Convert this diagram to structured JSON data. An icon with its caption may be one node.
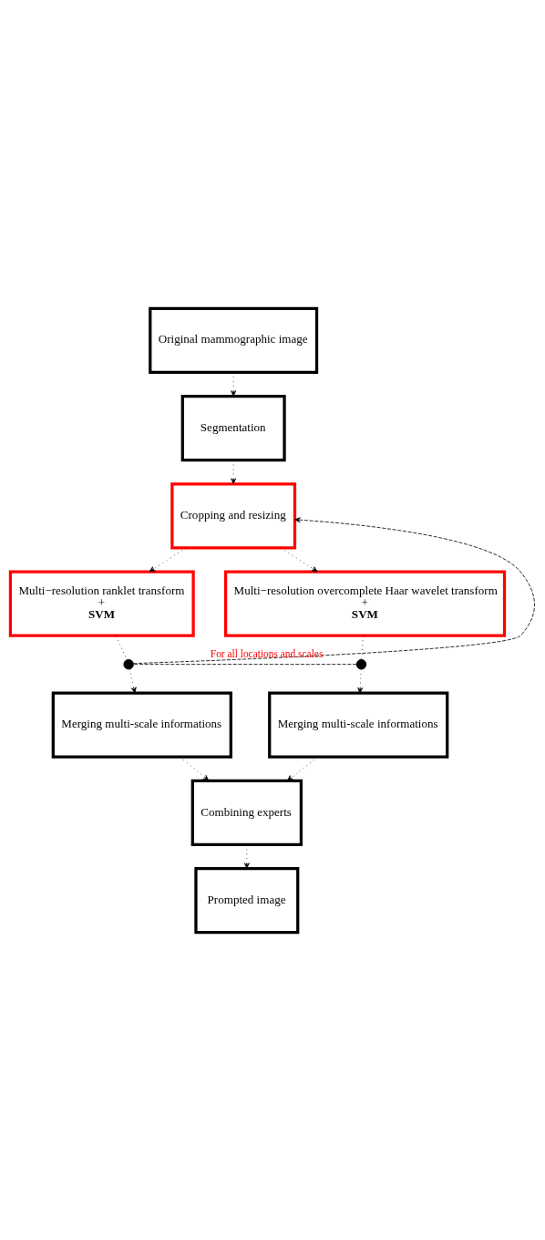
{
  "diagram": {
    "nodes": [
      {
        "text": [
          "Original mammographic image"
        ]
      },
      {
        "text": [
          "Segmentation"
        ]
      },
      {
        "text": [
          "Cropping and resizing"
        ]
      },
      {
        "text": [
          "Multi−resolution ranklet transform",
          "+",
          "SVM"
        ]
      },
      {
        "text": [
          "Multi−resolution overcomplete Haar wavelet transform",
          "+",
          "SVM"
        ]
      },
      {
        "text": [],
        "shape": "circle"
      },
      {
        "text": [],
        "shape": "circle"
      },
      {
        "text": [
          "Merging multi-scale informations"
        ]
      },
      {
        "text": [
          "Merging multi-scale informations"
        ]
      },
      {
        "text": [
          "Combining experts"
        ]
      },
      {
        "text": [
          "Prompted image"
        ]
      }
    ],
    "edges": [
      {
        "from": 0,
        "to": 1,
        "arrow": "to"
      },
      {
        "from": 1,
        "to": 2,
        "arrow": "to"
      },
      {
        "from": 2,
        "to": 3,
        "arrow": "to"
      },
      {
        "from": 2,
        "to": 4,
        "arrow": "to"
      },
      {
        "from": 3,
        "to": 5,
        "arrow": "none"
      },
      {
        "from": 4,
        "to": 6,
        "arrow": "none"
      },
      {
        "from": 5,
        "to": 7,
        "arrow": "to"
      },
      {
        "from": 6,
        "to": 8,
        "arrow": "to"
      },
      {
        "from": 6,
        "to": 5,
        "arrow": "none",
        "style": "dashed"
      },
      {
        "from": 5,
        "to": 2,
        "arrow": "to",
        "style": "dashed",
        "label": "For all locations and scales"
      },
      {
        "from": 7,
        "to": 9,
        "arrow": "to"
      },
      {
        "from": 8,
        "to": 9,
        "arrow": "to"
      },
      {
        "from": 9,
        "to": 10,
        "arrow": "to"
      }
    ]
  }
}
